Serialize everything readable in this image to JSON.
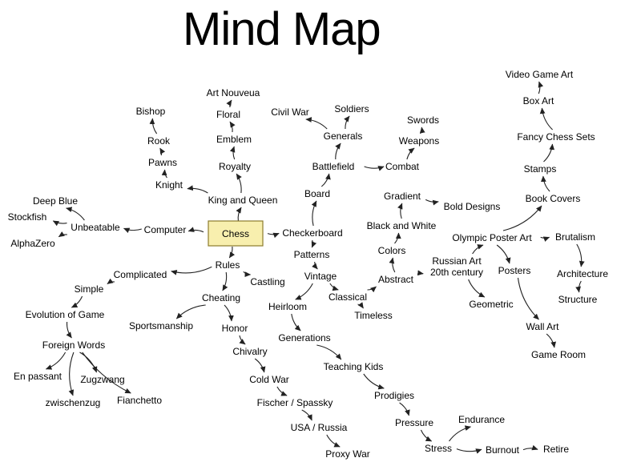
{
  "title": "Mind Map",
  "center": {
    "label": "Chess",
    "fill": "#f8efae",
    "stroke": "#8c7b2c"
  },
  "nodes": [
    {
      "id": "computer",
      "label": "Computer"
    },
    {
      "id": "unbeatable",
      "label": "Unbeatable"
    },
    {
      "id": "deepblue",
      "label": "Deep Blue"
    },
    {
      "id": "stockfish",
      "label": "Stockfish"
    },
    {
      "id": "alphazero",
      "label": "AlphaZero"
    },
    {
      "id": "kingqueen",
      "label": "King and Queen"
    },
    {
      "id": "knight",
      "label": "Knight"
    },
    {
      "id": "pawns",
      "label": "Pawns"
    },
    {
      "id": "rook",
      "label": "Rook"
    },
    {
      "id": "bishop",
      "label": "Bishop"
    },
    {
      "id": "royalty",
      "label": "Royalty"
    },
    {
      "id": "emblem",
      "label": "Emblem"
    },
    {
      "id": "floral",
      "label": "Floral"
    },
    {
      "id": "artnouveua",
      "label": "Art Nouveua"
    },
    {
      "id": "checkerboard",
      "label": "Checkerboard"
    },
    {
      "id": "board",
      "label": "Board"
    },
    {
      "id": "battlefield",
      "label": "Battlefield"
    },
    {
      "id": "generals",
      "label": "Generals"
    },
    {
      "id": "civilwar",
      "label": "Civil War"
    },
    {
      "id": "soldiers",
      "label": "Soldiers"
    },
    {
      "id": "combat",
      "label": "Combat"
    },
    {
      "id": "weapons",
      "label": "Weapons"
    },
    {
      "id": "swords",
      "label": "Swords"
    },
    {
      "id": "patterns",
      "label": "Patterns"
    },
    {
      "id": "vintage",
      "label": "Vintage"
    },
    {
      "id": "heirloom",
      "label": "Heirloom"
    },
    {
      "id": "generations",
      "label": "Generations"
    },
    {
      "id": "teachingkids",
      "label": "Teaching Kids"
    },
    {
      "id": "prodigies",
      "label": "Prodigies"
    },
    {
      "id": "pressure",
      "label": "Pressure"
    },
    {
      "id": "stress",
      "label": "Stress"
    },
    {
      "id": "endurance",
      "label": "Endurance"
    },
    {
      "id": "burnout",
      "label": "Burnout"
    },
    {
      "id": "retire",
      "label": "Retire"
    },
    {
      "id": "classical",
      "label": "Classical"
    },
    {
      "id": "timeless",
      "label": "Timeless"
    },
    {
      "id": "abstract",
      "label": "Abstract"
    },
    {
      "id": "colors",
      "label": "Colors"
    },
    {
      "id": "blackwhite",
      "label": "Black and White"
    },
    {
      "id": "gradient",
      "label": "Gradient"
    },
    {
      "id": "bolddesigns",
      "label": "Bold Designs"
    },
    {
      "id": "russianart",
      "label": "Russian Art",
      "label2": "20th century"
    },
    {
      "id": "geometric",
      "label": "Geometric"
    },
    {
      "id": "olympic",
      "label": "Olympic Poster Art"
    },
    {
      "id": "brutalism",
      "label": "Brutalism"
    },
    {
      "id": "architecture",
      "label": "Architecture"
    },
    {
      "id": "structure",
      "label": "Structure"
    },
    {
      "id": "posters",
      "label": "Posters"
    },
    {
      "id": "wallart",
      "label": "Wall Art"
    },
    {
      "id": "gameroom",
      "label": "Game Room"
    },
    {
      "id": "bookcovers",
      "label": "Book Covers"
    },
    {
      "id": "stamps",
      "label": "Stamps"
    },
    {
      "id": "fancysets",
      "label": "Fancy Chess Sets"
    },
    {
      "id": "boxart",
      "label": "Box Art"
    },
    {
      "id": "videogameart",
      "label": "Video Game Art"
    },
    {
      "id": "rules",
      "label": "Rules"
    },
    {
      "id": "castling",
      "label": "Castling"
    },
    {
      "id": "complicated",
      "label": "Complicated"
    },
    {
      "id": "simple",
      "label": "Simple"
    },
    {
      "id": "evolution",
      "label": "Evolution of Game"
    },
    {
      "id": "foreignwords",
      "label": "Foreign Words"
    },
    {
      "id": "enpassant",
      "label": "En passant"
    },
    {
      "id": "zwischenzug",
      "label": "zwischenzug"
    },
    {
      "id": "zugzwang",
      "label": "Zugzwang"
    },
    {
      "id": "fianchetto",
      "label": "Fianchetto"
    },
    {
      "id": "cheating",
      "label": "Cheating"
    },
    {
      "id": "sportsmanship",
      "label": "Sportsmanship"
    },
    {
      "id": "honor",
      "label": "Honor"
    },
    {
      "id": "chivalry",
      "label": "Chivalry"
    },
    {
      "id": "coldwar",
      "label": "Cold War"
    },
    {
      "id": "fischer",
      "label": "Fischer / Spassky"
    },
    {
      "id": "usarussia",
      "label": "USA / Russia"
    },
    {
      "id": "proxywar",
      "label": "Proxy War"
    }
  ],
  "edges": [
    [
      "chess",
      "computer"
    ],
    [
      "computer",
      "unbeatable"
    ],
    [
      "unbeatable",
      "deepblue"
    ],
    [
      "unbeatable",
      "stockfish"
    ],
    [
      "unbeatable",
      "alphazero"
    ],
    [
      "chess",
      "kingqueen"
    ],
    [
      "kingqueen",
      "knight"
    ],
    [
      "knight",
      "pawns"
    ],
    [
      "pawns",
      "rook"
    ],
    [
      "rook",
      "bishop"
    ],
    [
      "kingqueen",
      "royalty"
    ],
    [
      "royalty",
      "emblem"
    ],
    [
      "emblem",
      "floral"
    ],
    [
      "floral",
      "artnouveua"
    ],
    [
      "chess",
      "checkerboard"
    ],
    [
      "checkerboard",
      "board"
    ],
    [
      "board",
      "battlefield"
    ],
    [
      "battlefield",
      "generals"
    ],
    [
      "generals",
      "civilwar"
    ],
    [
      "generals",
      "soldiers"
    ],
    [
      "battlefield",
      "combat"
    ],
    [
      "combat",
      "weapons"
    ],
    [
      "weapons",
      "swords"
    ],
    [
      "checkerboard",
      "patterns"
    ],
    [
      "patterns",
      "vintage"
    ],
    [
      "vintage",
      "heirloom"
    ],
    [
      "heirloom",
      "generations"
    ],
    [
      "generations",
      "teachingkids"
    ],
    [
      "teachingkids",
      "prodigies"
    ],
    [
      "prodigies",
      "pressure"
    ],
    [
      "pressure",
      "stress"
    ],
    [
      "stress",
      "endurance"
    ],
    [
      "stress",
      "burnout"
    ],
    [
      "burnout",
      "retire"
    ],
    [
      "vintage",
      "classical"
    ],
    [
      "classical",
      "timeless"
    ],
    [
      "classical",
      "abstract"
    ],
    [
      "abstract",
      "colors"
    ],
    [
      "colors",
      "blackwhite"
    ],
    [
      "blackwhite",
      "gradient"
    ],
    [
      "gradient",
      "bolddesigns"
    ],
    [
      "abstract",
      "russianart"
    ],
    [
      "russianart",
      "geometric"
    ],
    [
      "russianart",
      "olympic"
    ],
    [
      "olympic",
      "brutalism"
    ],
    [
      "brutalism",
      "architecture"
    ],
    [
      "architecture",
      "structure"
    ],
    [
      "olympic",
      "posters"
    ],
    [
      "posters",
      "wallart"
    ],
    [
      "wallart",
      "gameroom"
    ],
    [
      "olympic",
      "bookcovers"
    ],
    [
      "bookcovers",
      "stamps"
    ],
    [
      "stamps",
      "fancysets"
    ],
    [
      "fancysets",
      "boxart"
    ],
    [
      "boxart",
      "videogameart"
    ],
    [
      "chess",
      "rules"
    ],
    [
      "rules",
      "castling"
    ],
    [
      "rules",
      "complicated"
    ],
    [
      "complicated",
      "simple"
    ],
    [
      "simple",
      "evolution"
    ],
    [
      "evolution",
      "foreignwords"
    ],
    [
      "foreignwords",
      "enpassant"
    ],
    [
      "foreignwords",
      "zwischenzug"
    ],
    [
      "foreignwords",
      "zugzwang"
    ],
    [
      "foreignwords",
      "fianchetto"
    ],
    [
      "rules",
      "cheating"
    ],
    [
      "cheating",
      "sportsmanship"
    ],
    [
      "cheating",
      "honor"
    ],
    [
      "honor",
      "chivalry"
    ],
    [
      "chivalry",
      "coldwar"
    ],
    [
      "coldwar",
      "fischer"
    ],
    [
      "fischer",
      "usarussia"
    ],
    [
      "usarussia",
      "proxywar"
    ]
  ]
}
